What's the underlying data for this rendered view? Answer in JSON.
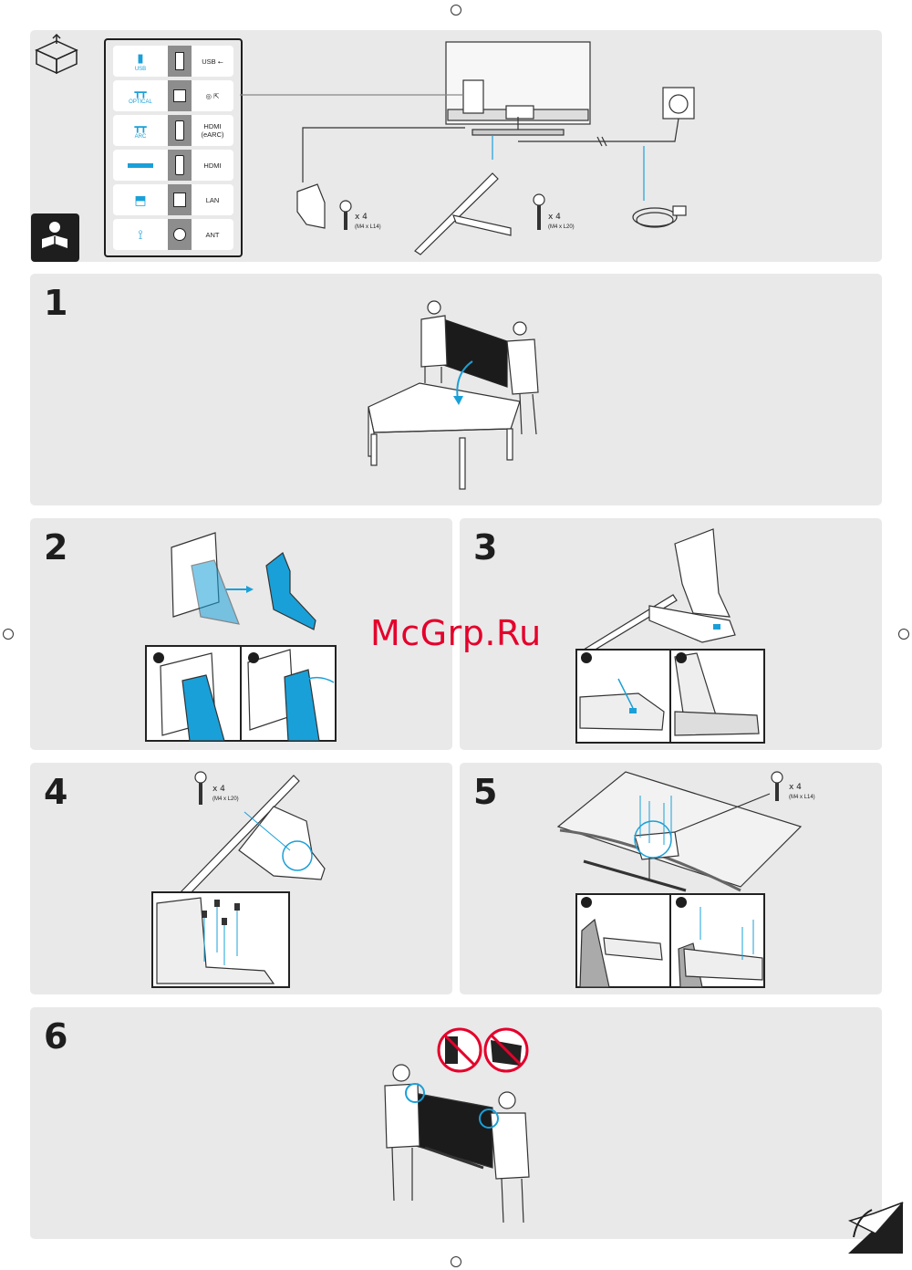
{
  "header": {
    "ports": [
      {
        "icon": "usb-icon",
        "label": "USB",
        "port": "USB ⭠"
      },
      {
        "icon": "optical-icon",
        "label": "OPTICAL",
        "port": "◎ ⇱"
      },
      {
        "icon": "arc-icon",
        "label": "ARC",
        "port": "HDMI\n(eARC)"
      },
      {
        "icon": "hdmi-cable-icon",
        "label": "",
        "port": "HDMI"
      },
      {
        "icon": "lan-icon",
        "label": "",
        "port": "LAN"
      },
      {
        "icon": "antenna-icon",
        "label": "",
        "port": "ANT"
      }
    ],
    "screws_a": {
      "qty": "x 4",
      "spec": "(M4 x L14)"
    },
    "screws_b": {
      "qty": "x 4",
      "spec": "(M4 x L20)"
    }
  },
  "steps": {
    "s1": "1",
    "s2": "2",
    "s3": "3",
    "s4": "4",
    "s5": "5",
    "s6": "6"
  },
  "step4_screws": {
    "qty": "x 4",
    "spec": "(M4 x L20)"
  },
  "step5_screws": {
    "qty": "x 4",
    "spec": "(M4 x L14)"
  },
  "watermark": "McGrp.Ru",
  "colors": {
    "panel": "#e9e9ea",
    "accent": "#1aa0d8",
    "dark": "#1e1e1e",
    "watermark": "#e4002b"
  }
}
